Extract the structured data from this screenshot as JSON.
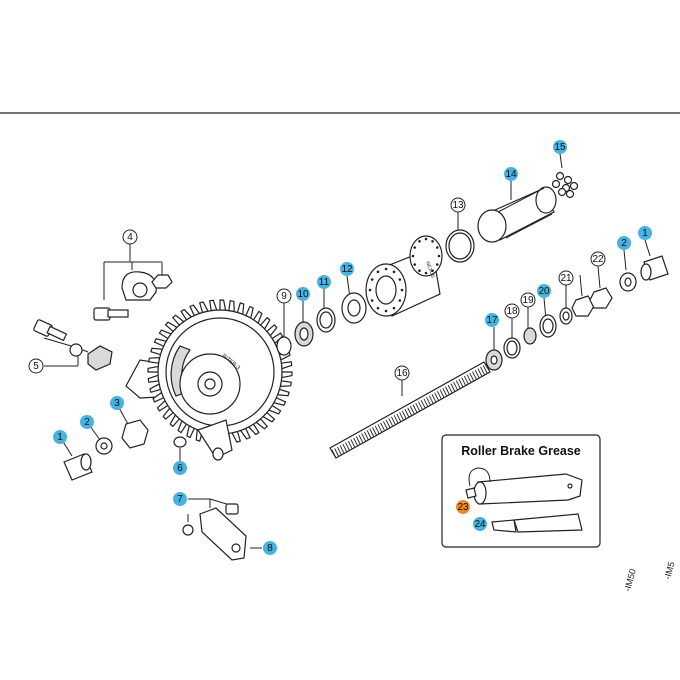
{
  "grease_box": {
    "title": "Roller Brake Grease"
  },
  "side_codes": [
    "-IM50",
    "-IM5"
  ],
  "colors": {
    "callout_blue": "#47b3e0",
    "callout_orange": "#f08a24",
    "callout_white": "#ffffff",
    "line": "#222222"
  },
  "callouts": [
    {
      "id": "c1a",
      "label": "1",
      "style": "blue"
    },
    {
      "id": "c2a",
      "label": "2",
      "style": "blue"
    },
    {
      "id": "c3",
      "label": "3",
      "style": "blue"
    },
    {
      "id": "c4",
      "label": "4",
      "style": "white"
    },
    {
      "id": "c5",
      "label": "5",
      "style": "white"
    },
    {
      "id": "c6",
      "label": "6",
      "style": "blue"
    },
    {
      "id": "c7",
      "label": "7",
      "style": "blue"
    },
    {
      "id": "c8",
      "label": "8",
      "style": "blue"
    },
    {
      "id": "c9",
      "label": "9",
      "style": "white"
    },
    {
      "id": "c10",
      "label": "10",
      "style": "blue"
    },
    {
      "id": "c11",
      "label": "11",
      "style": "blue"
    },
    {
      "id": "c12",
      "label": "12",
      "style": "blue"
    },
    {
      "id": "c13",
      "label": "13",
      "style": "white"
    },
    {
      "id": "c14",
      "label": "14",
      "style": "blue"
    },
    {
      "id": "c15",
      "label": "15",
      "style": "blue"
    },
    {
      "id": "c16",
      "label": "16",
      "style": "white"
    },
    {
      "id": "c17",
      "label": "17",
      "style": "blue"
    },
    {
      "id": "c18",
      "label": "18",
      "style": "white"
    },
    {
      "id": "c19",
      "label": "19",
      "style": "white"
    },
    {
      "id": "c20",
      "label": "20",
      "style": "blue"
    },
    {
      "id": "c21",
      "label": "21",
      "style": "white"
    },
    {
      "id": "c22",
      "label": "22",
      "style": "white"
    },
    {
      "id": "c2b",
      "label": "2",
      "style": "blue"
    },
    {
      "id": "c1b",
      "label": "1",
      "style": "blue"
    },
    {
      "id": "c23",
      "label": "23",
      "style": "orange"
    },
    {
      "id": "c24",
      "label": "24",
      "style": "blue"
    }
  ]
}
